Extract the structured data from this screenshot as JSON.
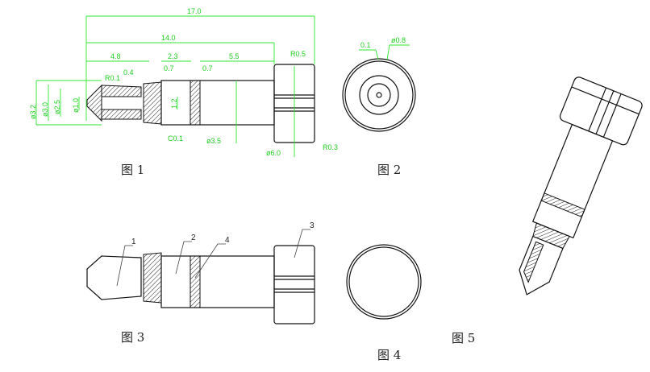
{
  "figures": [
    {
      "label": "图 1"
    },
    {
      "label": "图 2"
    },
    {
      "label": "图 3"
    },
    {
      "label": "图 4"
    },
    {
      "label": "图 5"
    }
  ],
  "fig1_dimensions": {
    "total_length": "17.0",
    "body_length": "14.0",
    "tip_length": "4.8",
    "ring_section": "2.3",
    "sleeve_length": "5.5",
    "head_radius": "R0.5",
    "tip_radius": "R0.1",
    "gap1": "0.4",
    "ring1_width": "0.7",
    "ring2_width": "0.7",
    "dia_3_2": "ø3.2",
    "dia_3_0": "ø3.0",
    "dia_2_5": "ø2.5",
    "dia_1_0": "ø1.0",
    "hole_1_2": "1.2",
    "chamfer": "C0.1",
    "sleeve_dia": "ø3.5",
    "head_dia": "ø6.0",
    "head_corner_radius": "R0.3"
  },
  "fig2_dimensions": {
    "notch_depth": "0.1",
    "notch_dia": "ø0.8"
  },
  "fig3_callouts": [
    "1",
    "2",
    "4",
    "3"
  ],
  "colors": {
    "dimension": "#2ee82e",
    "outline": "#111111"
  }
}
